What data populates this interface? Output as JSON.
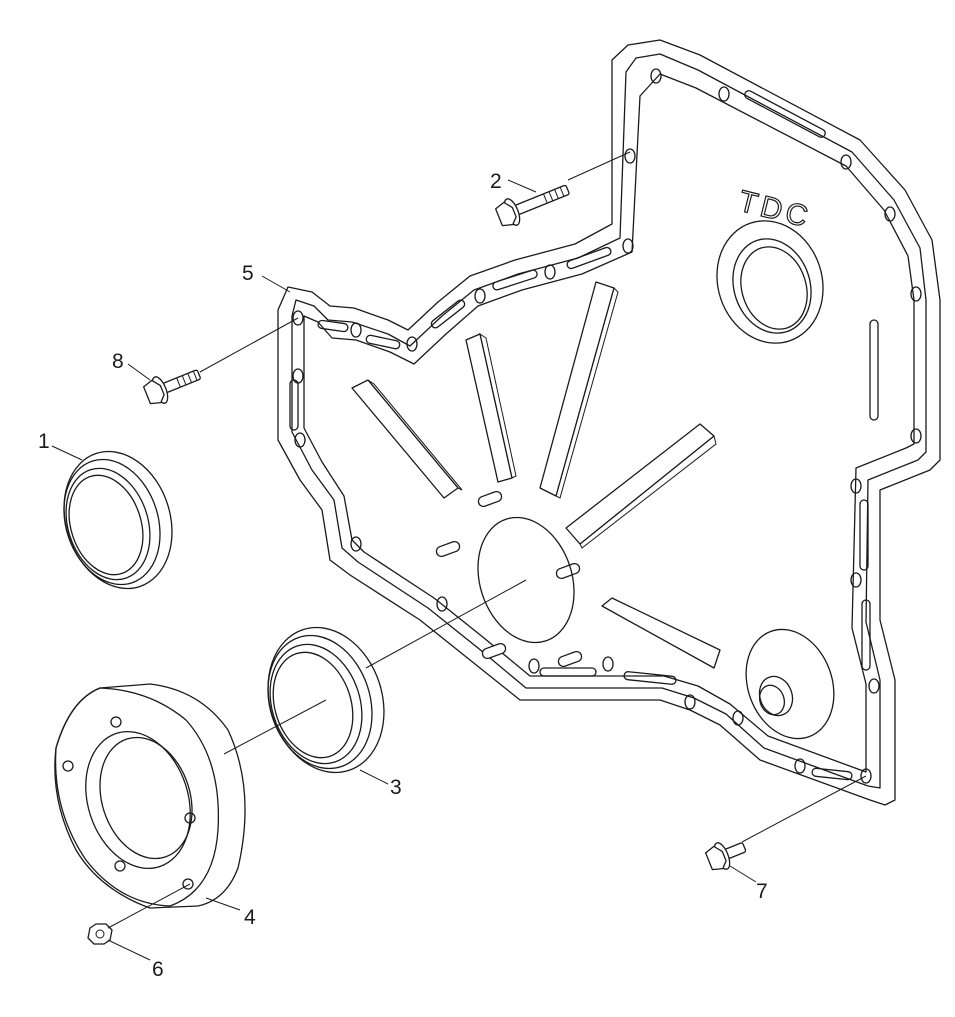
{
  "callouts": [
    {
      "id": "1",
      "label": "1"
    },
    {
      "id": "2",
      "label": "2"
    },
    {
      "id": "3",
      "label": "3"
    },
    {
      "id": "4",
      "label": "4"
    },
    {
      "id": "5",
      "label": "5"
    },
    {
      "id": "6",
      "label": "6"
    },
    {
      "id": "7",
      "label": "7"
    },
    {
      "id": "8",
      "label": "8"
    }
  ],
  "cover_marking": "TDC",
  "colors": {
    "line": "#1a1a1a",
    "background": "#ffffff"
  }
}
